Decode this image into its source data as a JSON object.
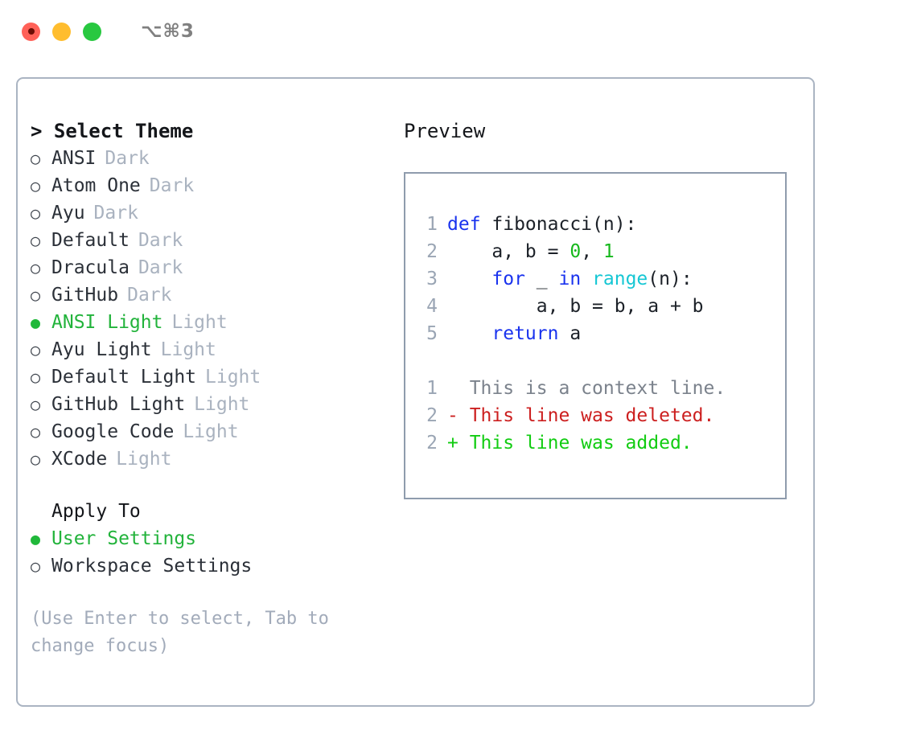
{
  "titlebar": {
    "lights": [
      {
        "name": "close",
        "color": "#ff6158"
      },
      {
        "name": "minimize",
        "color": "#ffbd2e"
      },
      {
        "name": "maximize",
        "color": "#28c840"
      }
    ],
    "shortcut": "⌥⌘3"
  },
  "left": {
    "heading": "> Select Theme",
    "themes": [
      {
        "marker": "○",
        "name": "ANSI",
        "badge": "Dark",
        "selected": false
      },
      {
        "marker": "○",
        "name": "Atom One",
        "badge": "Dark",
        "selected": false
      },
      {
        "marker": "○",
        "name": "Ayu",
        "badge": "Dark",
        "selected": false
      },
      {
        "marker": "○",
        "name": "Default",
        "badge": "Dark",
        "selected": false
      },
      {
        "marker": "○",
        "name": "Dracula",
        "badge": "Dark",
        "selected": false
      },
      {
        "marker": "○",
        "name": "GitHub",
        "badge": "Dark",
        "selected": false
      },
      {
        "marker": "●",
        "name": "ANSI Light",
        "badge": "Light",
        "selected": true
      },
      {
        "marker": "○",
        "name": "Ayu Light",
        "badge": "Light",
        "selected": false
      },
      {
        "marker": "○",
        "name": "Default Light",
        "badge": "Light",
        "selected": false
      },
      {
        "marker": "○",
        "name": "GitHub Light",
        "badge": "Light",
        "selected": false
      },
      {
        "marker": "○",
        "name": "Google Code",
        "badge": "Light",
        "selected": false
      },
      {
        "marker": "○",
        "name": "XCode",
        "badge": "Light",
        "selected": false
      }
    ],
    "apply_to_label": "Apply To",
    "apply_to": [
      {
        "marker": "●",
        "name": "User Settings",
        "selected": true
      },
      {
        "marker": "○",
        "name": "Workspace Settings",
        "selected": false
      }
    ],
    "hint": "(Use Enter to select, Tab to change focus)"
  },
  "right": {
    "heading": "Preview",
    "code_lines": [
      {
        "num": "1",
        "tokens": [
          {
            "t": "def ",
            "c": "kw"
          },
          {
            "t": "fibonacci(n):",
            "c": "plain"
          }
        ]
      },
      {
        "num": "2",
        "tokens": [
          {
            "t": "    a, b = ",
            "c": "plain"
          },
          {
            "t": "0",
            "c": "num"
          },
          {
            "t": ", ",
            "c": "plain"
          },
          {
            "t": "1",
            "c": "num"
          }
        ]
      },
      {
        "num": "3",
        "tokens": [
          {
            "t": "    ",
            "c": "plain"
          },
          {
            "t": "for",
            "c": "kw"
          },
          {
            "t": " _ ",
            "c": "plain"
          },
          {
            "t": "in",
            "c": "kw"
          },
          {
            "t": " ",
            "c": "plain"
          },
          {
            "t": "range",
            "c": "fn"
          },
          {
            "t": "(n):",
            "c": "plain"
          }
        ]
      },
      {
        "num": "4",
        "tokens": [
          {
            "t": "        a, b = b, a + b",
            "c": "plain"
          }
        ]
      },
      {
        "num": "5",
        "tokens": [
          {
            "t": "    ",
            "c": "plain"
          },
          {
            "t": "return",
            "c": "kw"
          },
          {
            "t": " a",
            "c": "plain"
          }
        ]
      }
    ],
    "diff_lines": [
      {
        "num": "1",
        "text": "  This is a context line.",
        "kind": "ctx"
      },
      {
        "num": "2",
        "text": "- This line was deleted.",
        "kind": "del"
      },
      {
        "num": "2",
        "text": "+ This line was added.",
        "kind": "add"
      }
    ]
  },
  "colors": {
    "accent_green": "#22b33b",
    "badge_gray": "#a9b2bf",
    "hint_gray": "#a2abba",
    "border_outer": "#aab4c2",
    "border_preview": "#8f9cad",
    "keyword_blue": "#1a33ee",
    "number_green": "#16b81c",
    "function_cyan": "#16c7d4",
    "diff_delete_red": "#cc1f1f",
    "diff_add_green": "#12cc12"
  }
}
